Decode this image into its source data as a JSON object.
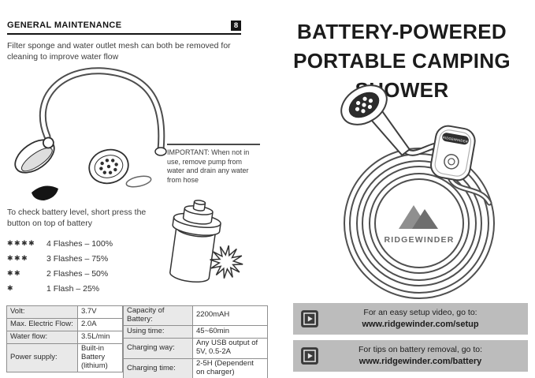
{
  "colors": {
    "ink": "#141414",
    "banner_gray": "#bcbcbc",
    "table_label_bg": "#e9e9e9",
    "illustration_stroke": "#3f3f3f"
  },
  "left_page": {
    "header": {
      "title": "GENERAL MAINTENANCE",
      "page_number": "8"
    },
    "intro_text": "Filter sponge and water outlet mesh can both be removed for cleaning to improve water flow",
    "important_note": "IMPORTANT: When not in use, remove pump from water and drain any water from hose",
    "battery_check_text": "To check battery level, short press the button on top of battery",
    "flash_levels": [
      {
        "stars": "✱✱✱✱",
        "label": "4 Flashes – 100%"
      },
      {
        "stars": "✱✱✱",
        "label": "3 Flashes – 75%"
      },
      {
        "stars": "✱✱",
        "label": "2 Flashes – 50%"
      },
      {
        "stars": "✱",
        "label": "1 Flash – 25%"
      }
    ],
    "spec_table_left": [
      {
        "label": "Volt:",
        "value": "3.7V"
      },
      {
        "label": "Max. Electric Flow:",
        "value": "2.0A"
      },
      {
        "label": "Water flow:",
        "value": "3.5L/min"
      },
      {
        "label": "Power supply:",
        "value": "Built-in Battery (lithium)"
      }
    ],
    "spec_table_right": [
      {
        "label": "Capacity of Battery:",
        "value": "2200mAH"
      },
      {
        "label": "Using time:",
        "value": "45~60min"
      },
      {
        "label": "Charging way:",
        "value": "Any USB output of 5V, 0.5-2A"
      },
      {
        "label": "Charging time:",
        "value": "2-5H (Dependent on charger)"
      }
    ]
  },
  "right_page": {
    "title_lines": [
      "BATTERY-POWERED",
      "PORTABLE CAMPING",
      "SHOWER"
    ],
    "brand": "RIDGEWINDER",
    "info_boxes": [
      {
        "icon": "video-icon",
        "line1": "For an easy setup video, go to:",
        "line2": "www.ridgewinder.com/setup"
      },
      {
        "icon": "video-icon",
        "line1": "For tips on battery removal, go to:",
        "line2": "www.ridgewinder.com/battery"
      }
    ]
  }
}
